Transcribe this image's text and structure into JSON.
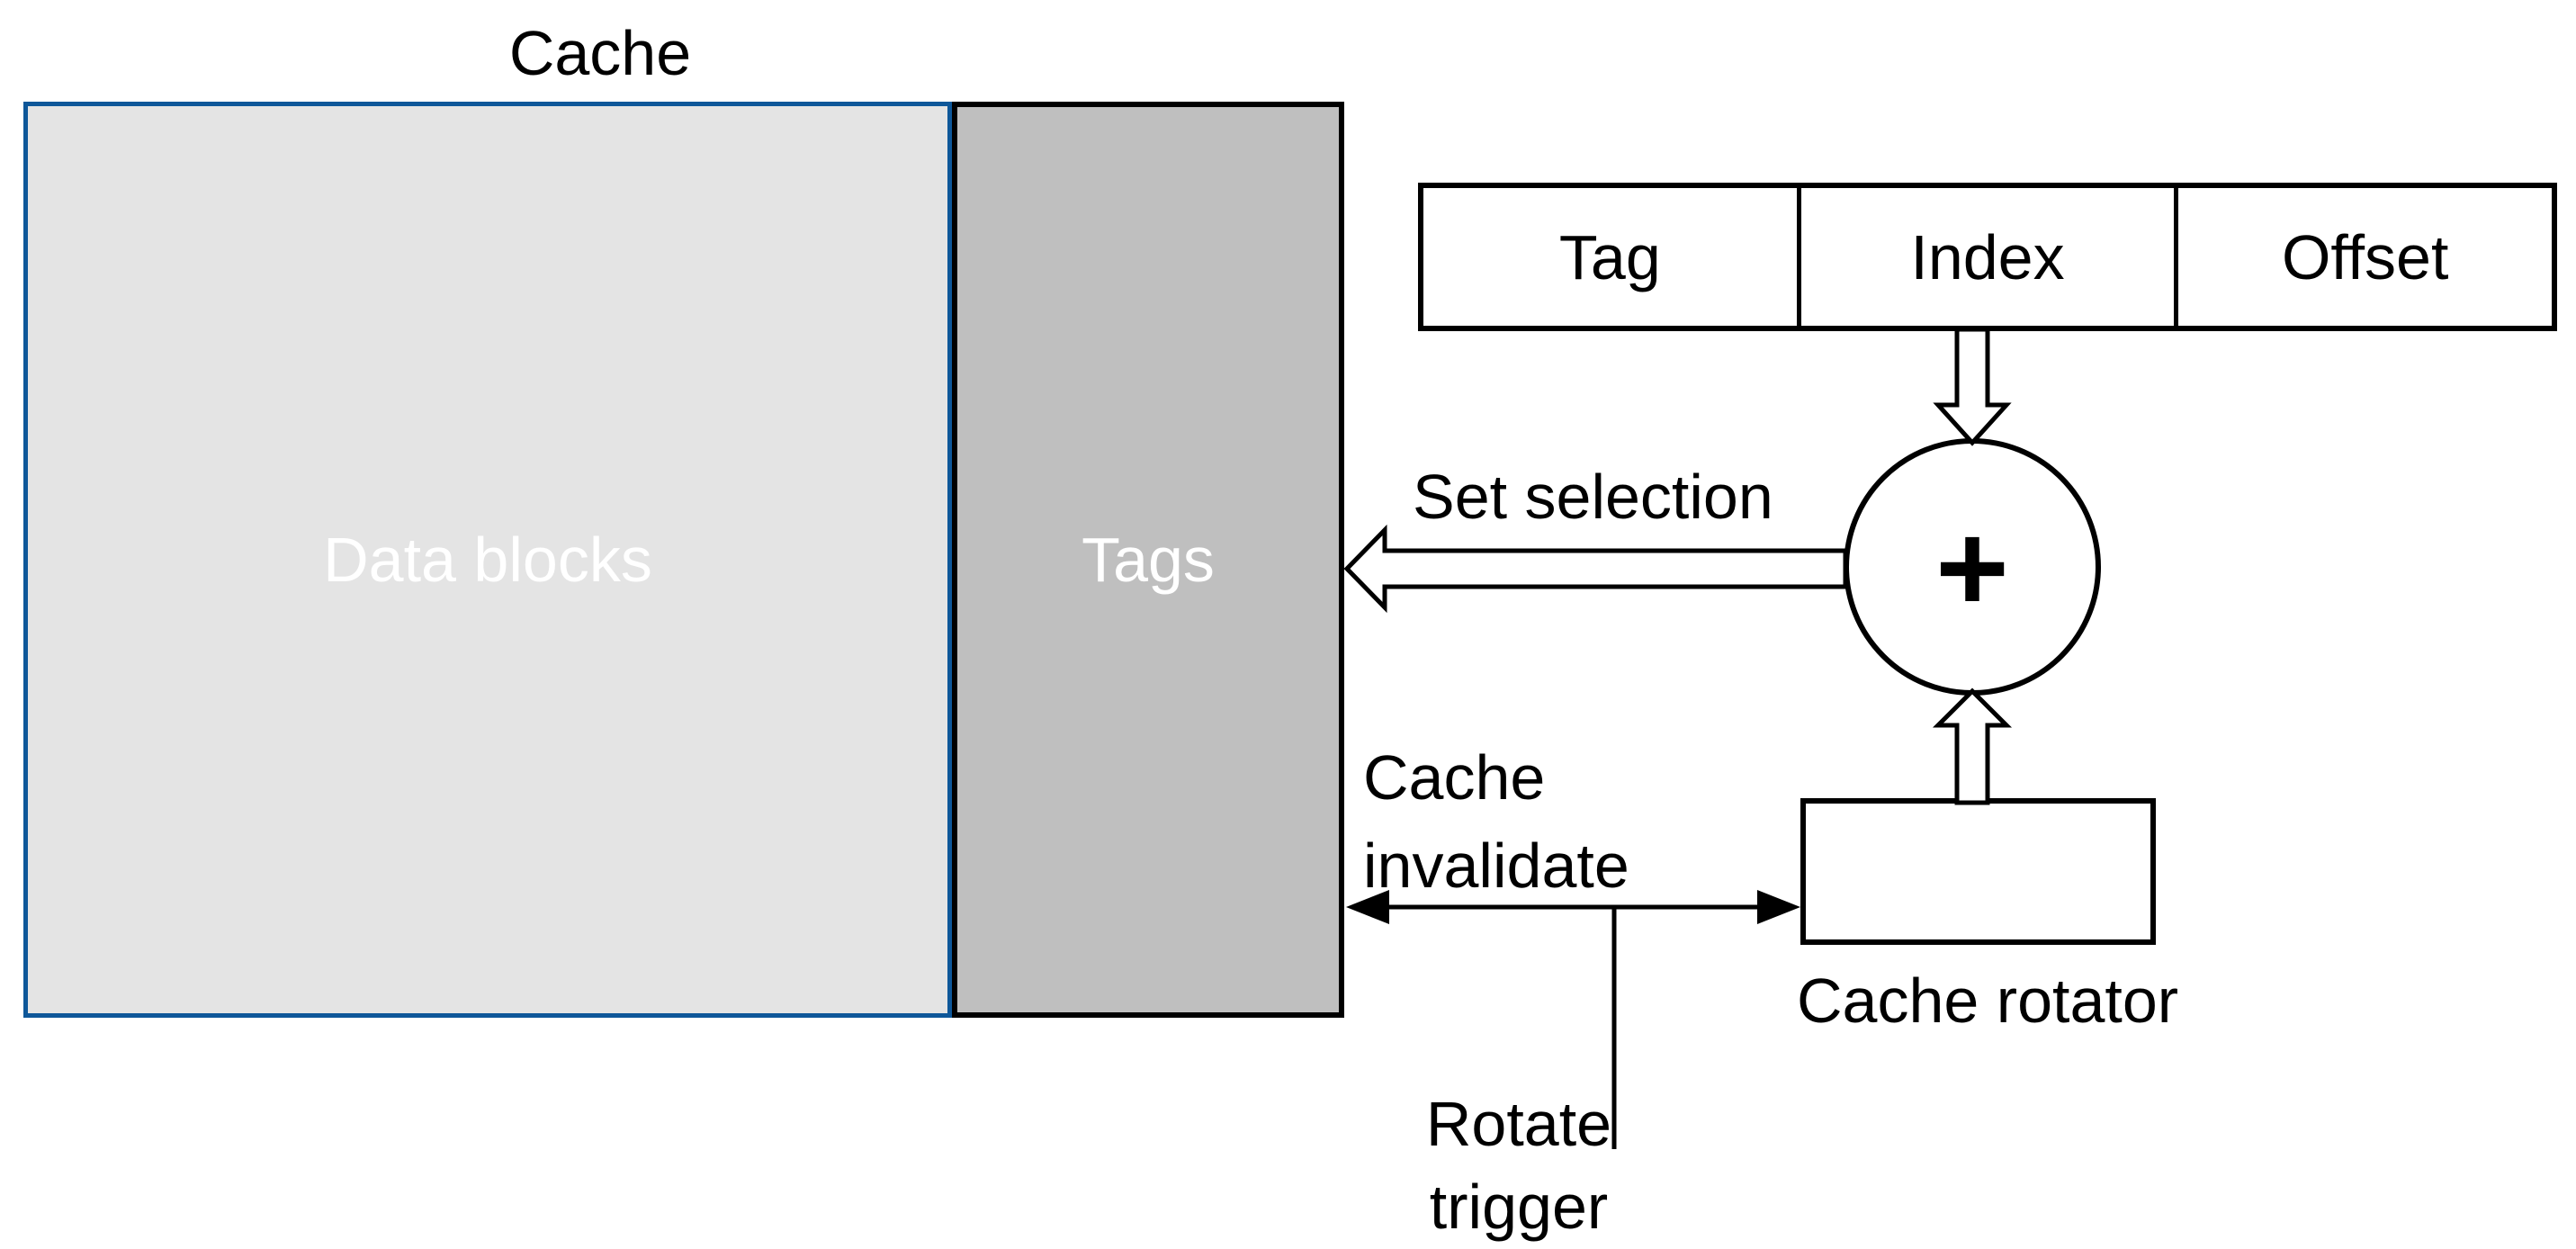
{
  "diagram": {
    "title": "Cache",
    "cache_box": {
      "data_blocks_label": "Data blocks",
      "tags_label": "Tags"
    },
    "address_bar": {
      "fields": [
        "Tag",
        "Index",
        "Offset"
      ]
    },
    "adder": {
      "symbol": "+"
    },
    "annotations": {
      "set_selection": "Set selection",
      "cache_invalidate_lines": [
        "Cache",
        "invalidate"
      ],
      "cache_rotator": "Cache rotator",
      "rotate_trigger_lines": [
        "Rotate",
        "trigger"
      ]
    },
    "colors": {
      "background": "#ffffff",
      "data_blocks_fill": "#e4e4e4",
      "data_blocks_border_blue": "#0e5799",
      "tags_fill": "#bfbfbf",
      "outline_black": "#000000",
      "label_on_gray": "#ffffff"
    }
  }
}
